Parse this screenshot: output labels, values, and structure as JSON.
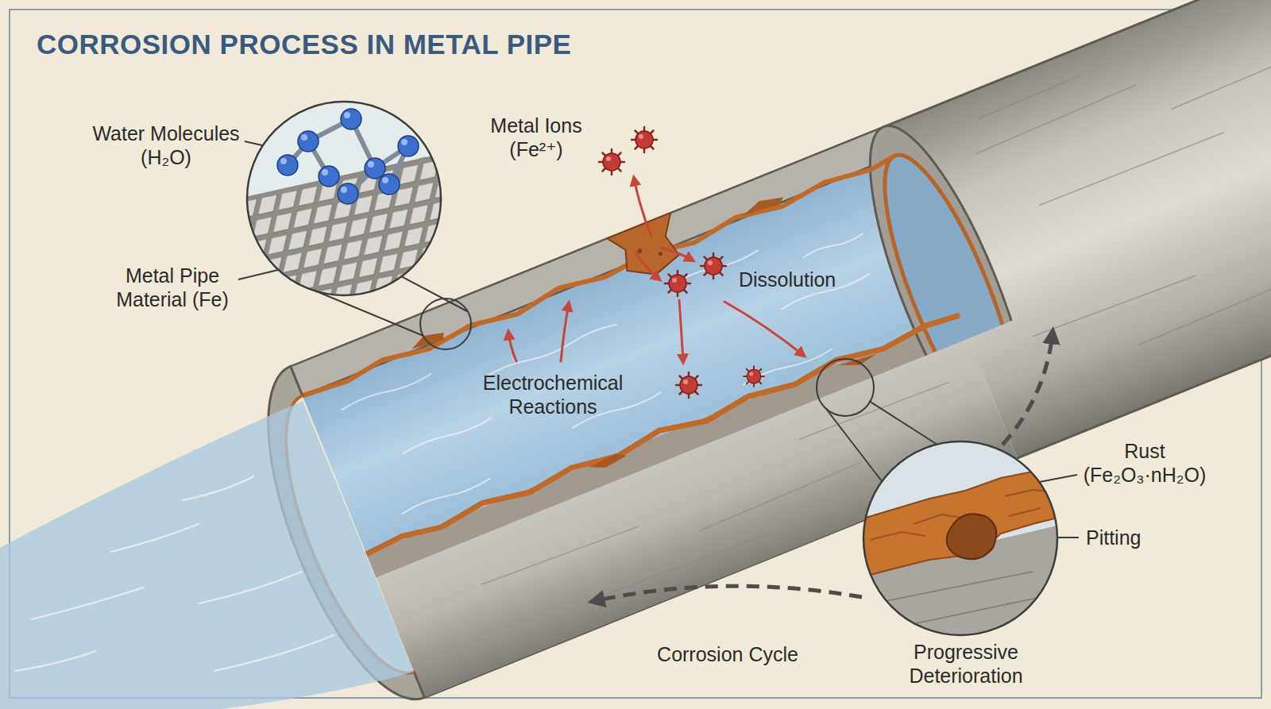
{
  "diagram": {
    "title": "CORROSION PROCESS IN METAL PIPE",
    "labels": [
      "Water Molecules (H₂O)",
      "Metal Ions (Fe²⁺)",
      "Metal Pipe Material (Fe)",
      "Dissolution",
      "Electrochemical Reactions",
      "Rust (Fe₂O₃·nH₂O)",
      "Pitting",
      "Corrosion Cycle",
      "Progressive Deterioration"
    ]
  }
}
